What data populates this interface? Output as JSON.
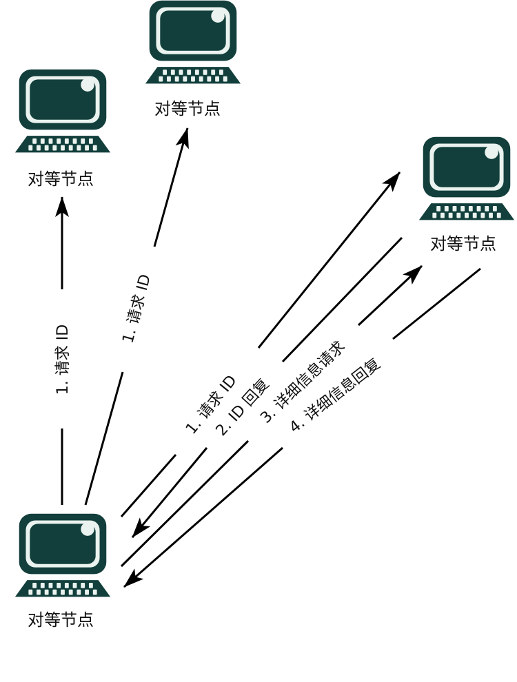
{
  "colors": {
    "monitor": "#123f3b",
    "screen_rim": "#e8f1ee",
    "stroke": "#000000"
  },
  "nodes": [
    {
      "id": "peer-bottom-left",
      "label": "对等节点"
    },
    {
      "id": "peer-top-left",
      "label": "对等节点"
    },
    {
      "id": "peer-top-center",
      "label": "对等节点"
    },
    {
      "id": "peer-right",
      "label": "对等节点"
    }
  ],
  "edges": [
    {
      "id": "request-id-left",
      "label": "1. 请求 ID"
    },
    {
      "id": "request-id-center",
      "label": "1. 请求 ID"
    },
    {
      "id": "request-id-right",
      "label": "1. 请求 ID"
    },
    {
      "id": "id-reply",
      "label": "2. ID 回复"
    },
    {
      "id": "detail-request",
      "label": "3. 详细信息请求"
    },
    {
      "id": "detail-reply",
      "label": "4. 详细信息回复"
    }
  ]
}
